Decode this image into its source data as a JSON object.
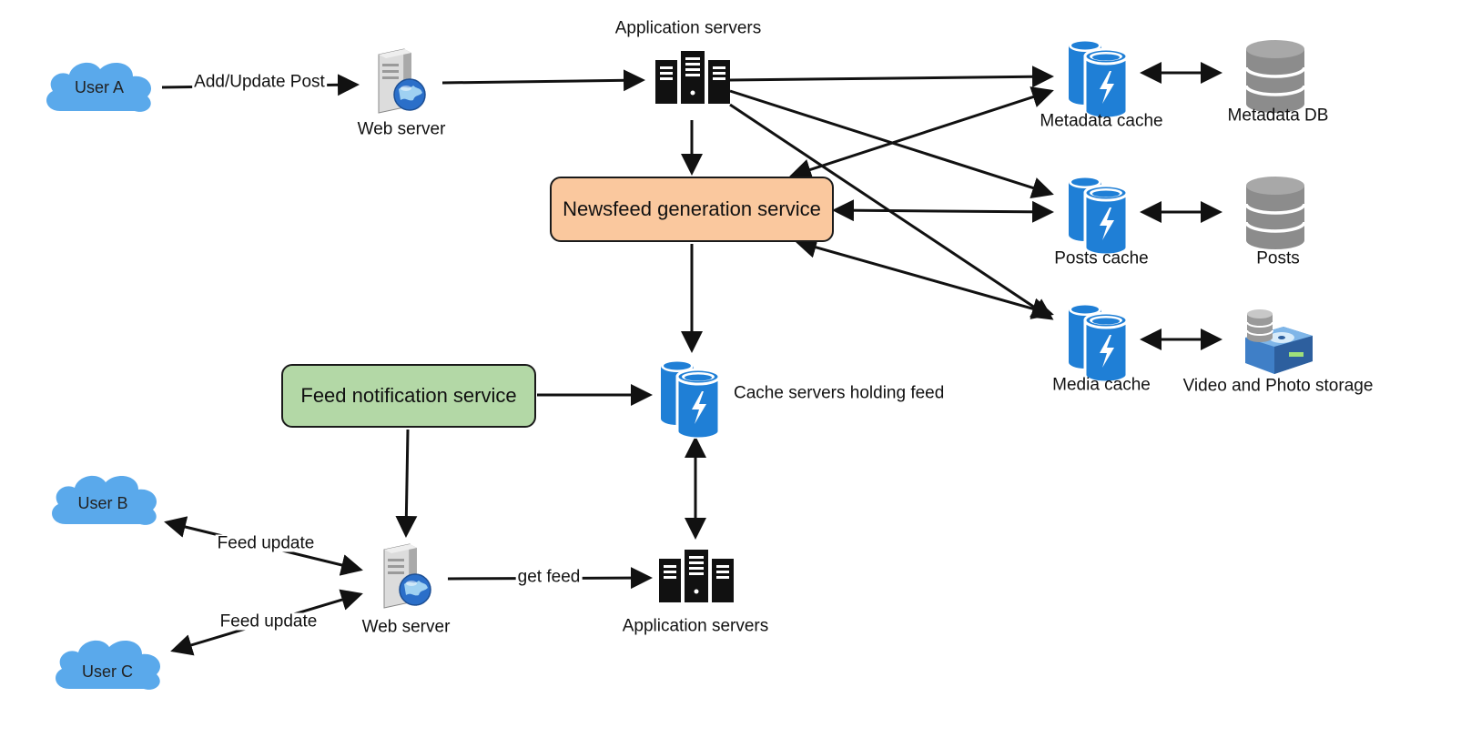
{
  "users": {
    "a": "User A",
    "b": "User B",
    "c": "User C"
  },
  "edges": {
    "add_update_post": "Add/Update Post",
    "feed_update_1": "Feed update",
    "feed_update_2": "Feed update",
    "get_feed": "get feed"
  },
  "nodes": {
    "web_server_top": "Web server",
    "web_server_bottom": "Web server",
    "app_servers_top": "Application servers",
    "app_servers_bottom": "Application servers",
    "newsfeed_service": "Newsfeed generation service",
    "feed_notification_service": "Feed notification service",
    "cache_feed": "Cache servers holding feed",
    "metadata_cache": "Metadata cache",
    "posts_cache": "Posts cache",
    "media_cache": "Media cache",
    "metadata_db": "Metadata DB",
    "posts_db": "Posts",
    "video_photo_storage": "Video and Photo storage"
  },
  "colors": {
    "newsfeed_box": "#fac89e",
    "notification_box": "#b3d8a6",
    "cloud": "#5aa9eb",
    "cache_icon": "#1f7fd6",
    "database": "#8c8c8c",
    "server": "#111111"
  },
  "icons": {
    "user": "cloud-icon",
    "web_server": "web-server-globe-icon",
    "app_servers": "server-rack-icon",
    "cache": "cache-cylinder-bolt-icon",
    "database": "database-cylinder-icon",
    "storage": "media-storage-icon"
  }
}
